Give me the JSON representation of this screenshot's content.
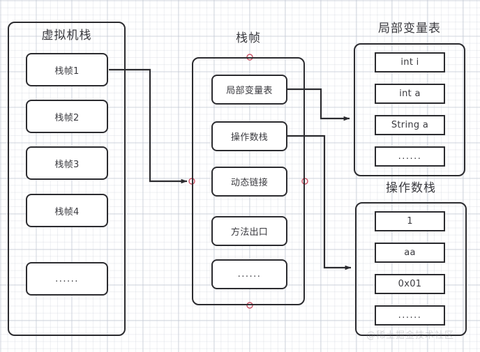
{
  "diagram": {
    "title_vm_stack": "虚拟机栈",
    "title_stack_frame": "栈帧",
    "title_local_var_table": "局部变量表",
    "title_operand_stack": "操作数栈",
    "watermark": "@稀土掘金技术社区",
    "colors": {
      "stroke": "#2b2b2f",
      "text": "#3a3a3f",
      "anchor": "#c94f63",
      "grid_minor": "#c8cdd7",
      "grid_major": "#b4bcca",
      "background": "#ffffff"
    },
    "vm_stack": {
      "label": "虚拟机栈",
      "frames": [
        {
          "label": "栈帧1"
        },
        {
          "label": "栈帧2"
        },
        {
          "label": "栈帧3"
        },
        {
          "label": "栈帧4"
        },
        {
          "label": "......"
        }
      ]
    },
    "stack_frame": {
      "label": "栈帧",
      "parts": [
        {
          "label": "局部变量表"
        },
        {
          "label": "操作数栈"
        },
        {
          "label": "动态链接"
        },
        {
          "label": "方法出口"
        },
        {
          "label": "......"
        }
      ]
    },
    "local_variable_table": {
      "label": "局部变量表",
      "slots": [
        {
          "label": "int i"
        },
        {
          "label": "int a"
        },
        {
          "label": "String a"
        },
        {
          "label": "......"
        }
      ]
    },
    "operand_stack": {
      "label": "操作数栈",
      "slots": [
        {
          "label": "1"
        },
        {
          "label": "aa"
        },
        {
          "label": "0x01"
        },
        {
          "label": "......"
        }
      ]
    },
    "connectors": [
      {
        "name": "frame1-to-stackframe",
        "from": "栈帧1",
        "to": "栈帧"
      },
      {
        "name": "localvars-to-table",
        "from": "局部变量表",
        "to": "局部变量表"
      },
      {
        "name": "operandstack-to-stack",
        "from": "操作数栈",
        "to": "操作数栈"
      }
    ]
  }
}
